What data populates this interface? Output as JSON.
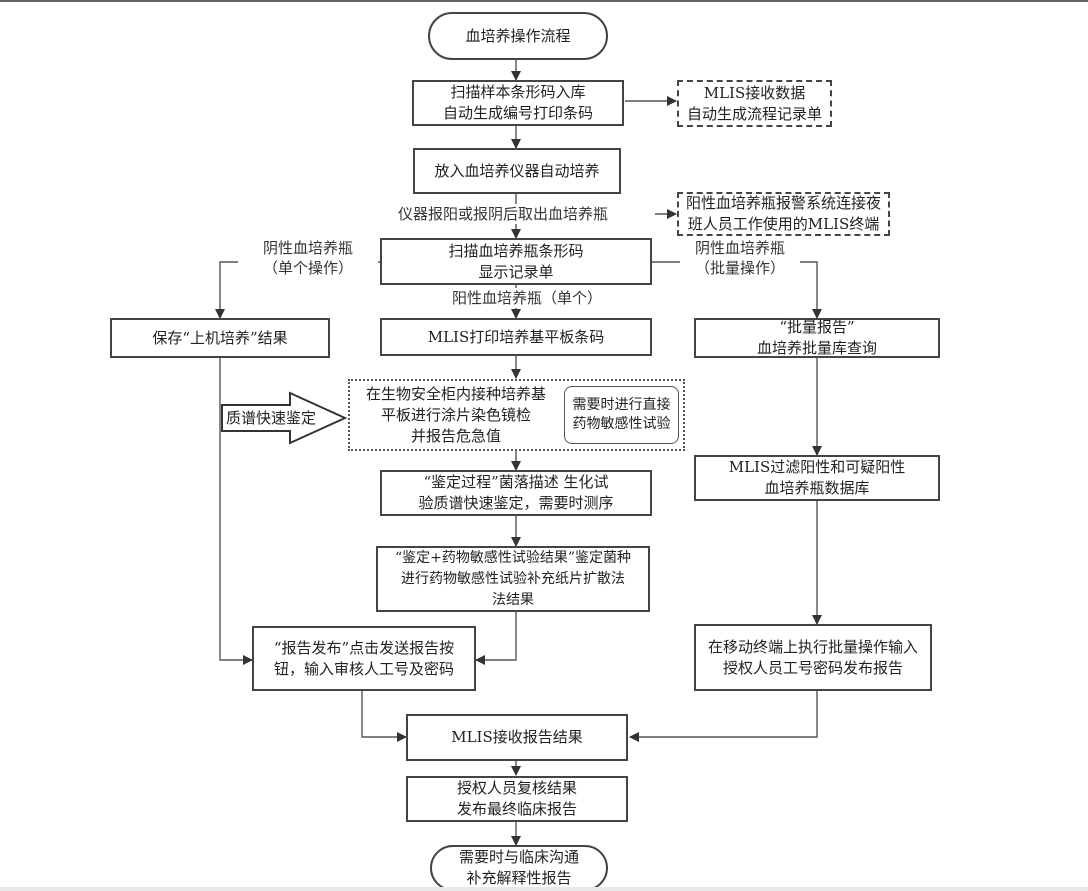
{
  "title": "血培养操作流程",
  "nodes": {
    "start": "血培养操作流程",
    "scan_sample": [
      "扫描样本条形码入库",
      "自动生成编号打印条码"
    ],
    "mlis_receive_data": [
      "MLIS接收数据",
      "自动生成流程记录单"
    ],
    "incubate": "放入血培养仪器自动培养",
    "alarm_terminal": [
      "阳性血培养瓶报警系统连接夜",
      "班人员工作使用的MLIS终端"
    ],
    "scan_bottle": [
      "扫描血培养瓶条形码",
      "显示记录单"
    ],
    "save_result": "保存“上机培养”结果",
    "print_plate": "MLIS打印培养基平板条码",
    "batch_report": [
      "“批量报告”",
      "血培养批量库查询"
    ],
    "inoculate": [
      "在生物安全柜内接种培养基",
      "平板进行涂片染色镜检",
      "并报告危急值"
    ],
    "direct_ast": [
      "需要时进行直接",
      "药物敏感性试验"
    ],
    "identify_process": [
      "“鉴定过程”菌落描述 生化试",
      "验质谱快速鉴定，需要时测序"
    ],
    "mlis_filter": [
      "MLIS过滤阳性和可疑阳性",
      "血培养瓶数据库"
    ],
    "ident_ast_result": [
      "“鉴定+药物敏感性试验结果”鉴定菌种",
      "进行药物敏感性试验补充纸片扩散法",
      "法结果"
    ],
    "report_publish": [
      "“报告发布”点击发送报告按",
      "钮，输入审核人工号及密码"
    ],
    "mobile_batch": [
      "在移动终端上执行批量操作输入",
      "授权人员工号密码发布报告"
    ],
    "mlis_receive_report": "MLIS接收报告结果",
    "review": [
      "授权人员复核结果",
      "发布最终临床报告"
    ],
    "end": [
      "需要时与临床沟通",
      "补充解释性报告"
    ]
  },
  "edge_labels": {
    "take_out": "仪器报阳或报阴后取出血培养瓶",
    "negative_single": [
      "阴性血培养瓶",
      "（单个操作）"
    ],
    "negative_batch": [
      "阴性血培养瓶",
      "（批量操作）"
    ],
    "positive_single": "阳性血培养瓶（单个）",
    "maldi": "质谱快速鉴定"
  },
  "colors": {
    "line": "#444444",
    "text": "#222222",
    "background": "#ffffff"
  }
}
